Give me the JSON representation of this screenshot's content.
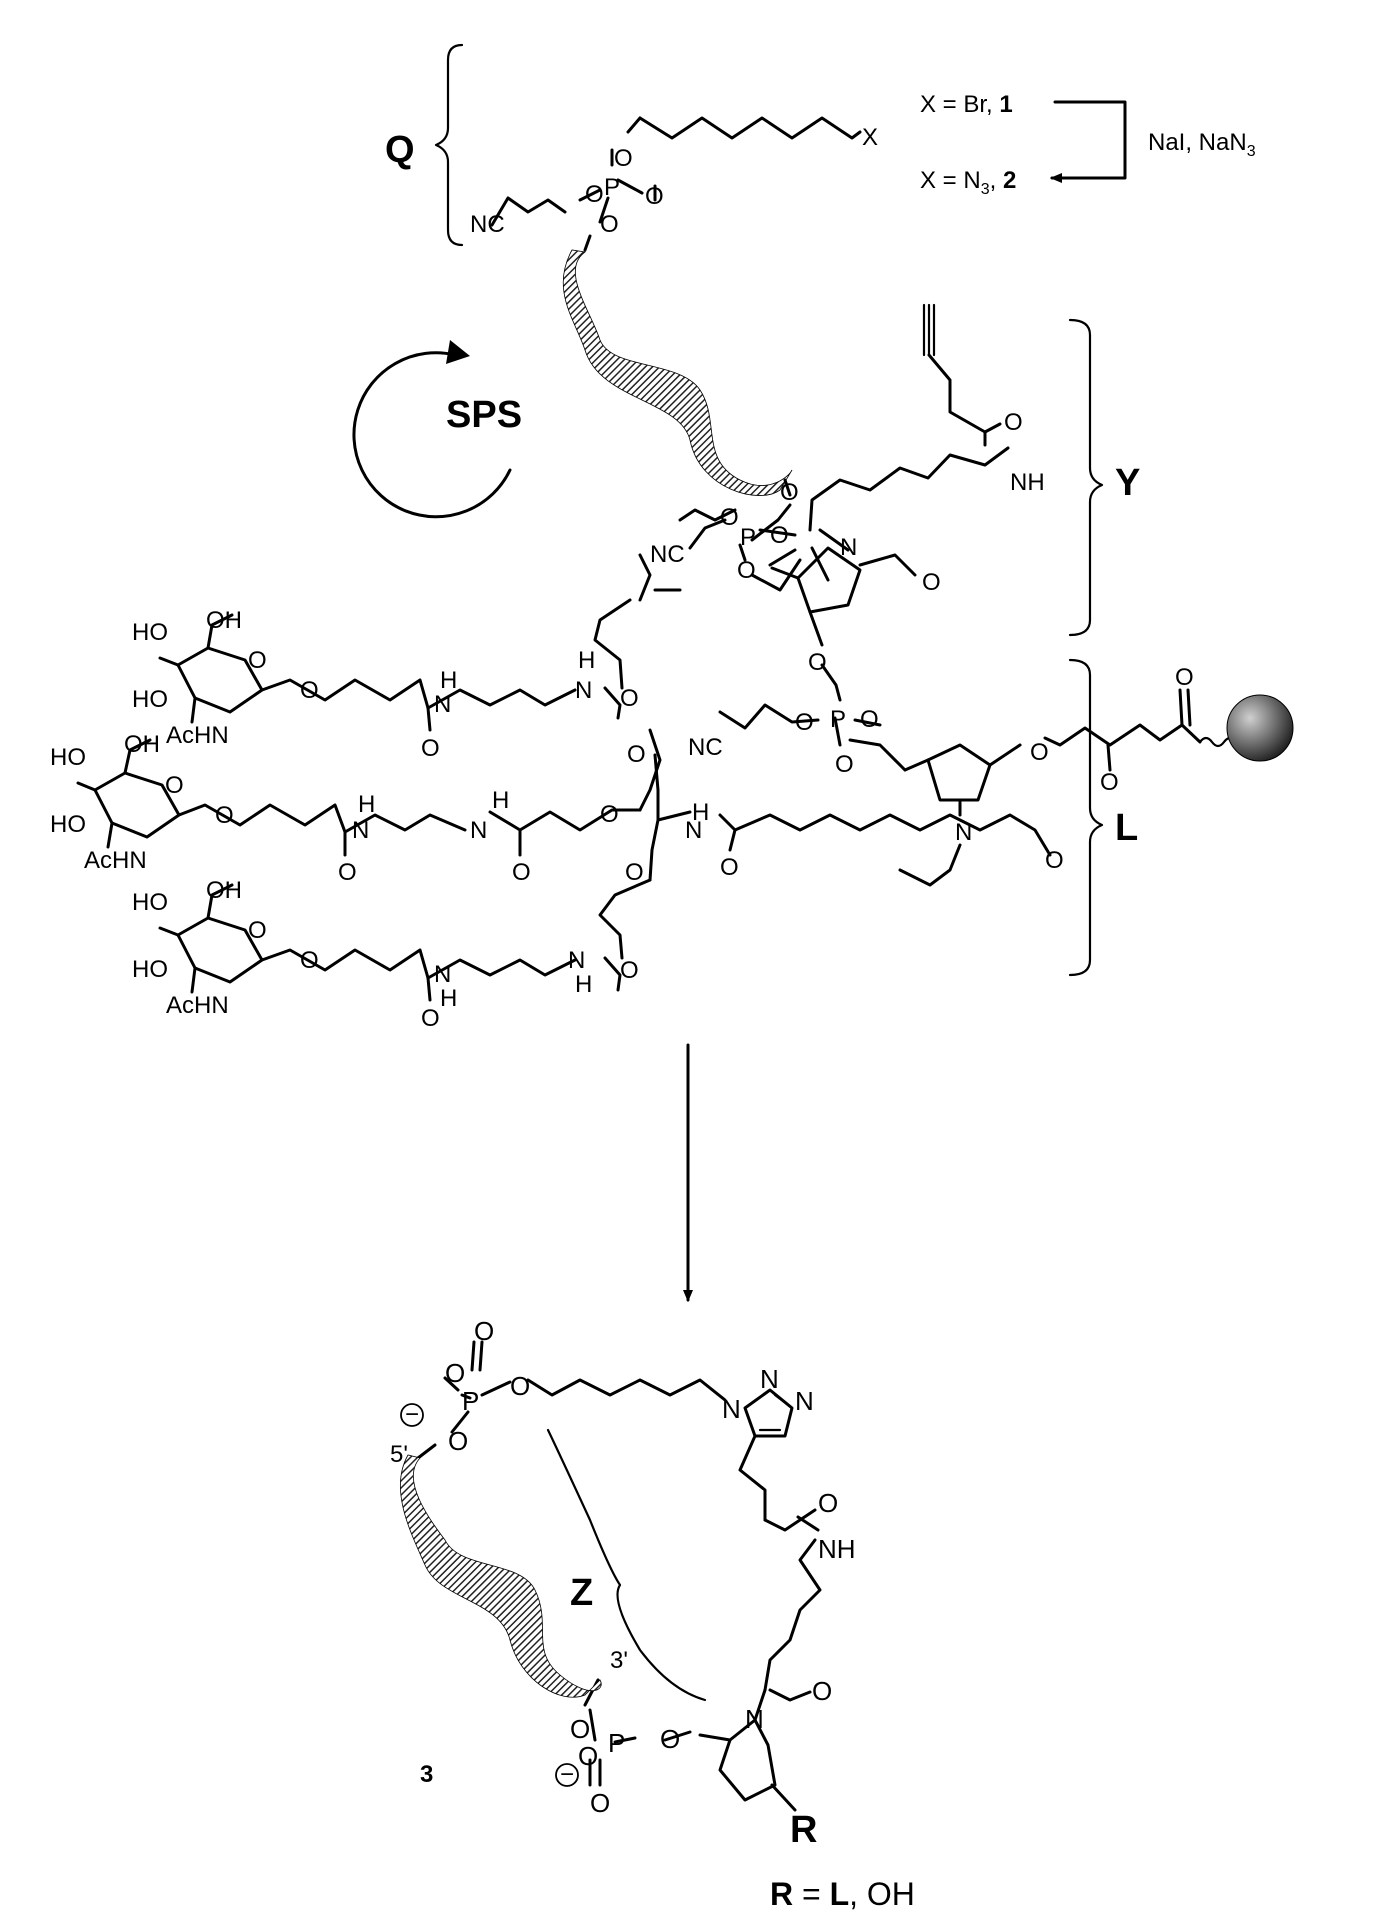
{
  "labels": {
    "Q": "Q",
    "Y": "Y",
    "L": "L",
    "Z": "Z",
    "SPS": "SPS",
    "compound3": "3",
    "x_br_prefix": "X = Br, ",
    "x_br_num": "1",
    "x_n3_prefix": "X = N",
    "x_n3_sub": "3",
    "x_n3_suffix": ", ",
    "x_n3_num": "2",
    "reagents_nai": "NaI, NaN",
    "reagents_sub": "3",
    "r_eq_r": "R",
    "r_eq_mid": " = ",
    "r_eq_l": "L",
    "r_eq_tail": ", OH",
    "R": "R",
    "X": "X",
    "O": "O",
    "P": "P",
    "N": "N",
    "NH": "NH",
    "H": "H",
    "NC": "NC",
    "HO": "HO",
    "OH": "OH",
    "AcHN": "AcHN",
    "five_prime": "5'",
    "three_prime": "3'",
    "minus": "−"
  },
  "colors": {
    "ink": "#000000",
    "background": "#ffffff",
    "oligo_hatch": "#555555"
  }
}
